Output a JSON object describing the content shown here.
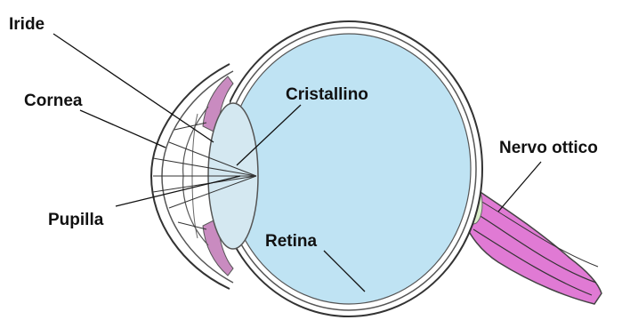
{
  "labels": {
    "iride": "Iride",
    "cornea": "Cornea",
    "cristallino": "Cristallino",
    "nervo_ottico": "Nervo ottico",
    "pupilla": "Pupilla",
    "retina": "Retina"
  },
  "colors": {
    "vitreous": "#bfe3f3",
    "lens": "#d4e8f1",
    "iris_pink": "#c98bc0",
    "nerve_pink": "#e07ad4",
    "nerve_light": "#d9ecc8",
    "outline": "#333333"
  }
}
